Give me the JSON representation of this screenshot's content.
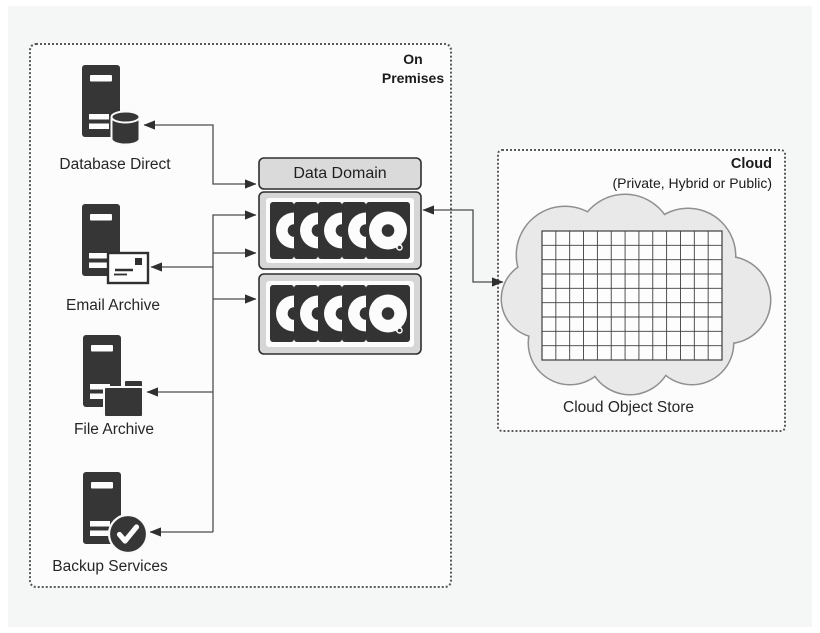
{
  "on_premises": {
    "label": "On\nPremises",
    "servers": [
      {
        "label": "Database Direct",
        "icon": "server-database-icon"
      },
      {
        "label": "Email Archive",
        "icon": "server-email-icon"
      },
      {
        "label": "File Archive",
        "icon": "server-folder-icon"
      },
      {
        "label": "Backup Services",
        "icon": "server-check-icon"
      }
    ],
    "data_domain": {
      "label": "Data Domain",
      "disk_shelves": 2,
      "disks_per_shelf": 5
    }
  },
  "cloud": {
    "label": "Cloud",
    "sublabel": "(Private, Hybrid or Public)",
    "store_label": "Cloud Object Store",
    "grid": {
      "columns": 13,
      "rows": 9
    }
  },
  "colors": {
    "background": "#f5f6f6",
    "icon_dark": "#363636",
    "connector": "#4c4c4c",
    "box_border": "#2e2e2e",
    "panel_fill": "#d6d6d6",
    "header_fill": "#dadada",
    "cloud_fill": "#e9e9e9",
    "cloud_stroke": "#8f8f8f"
  }
}
